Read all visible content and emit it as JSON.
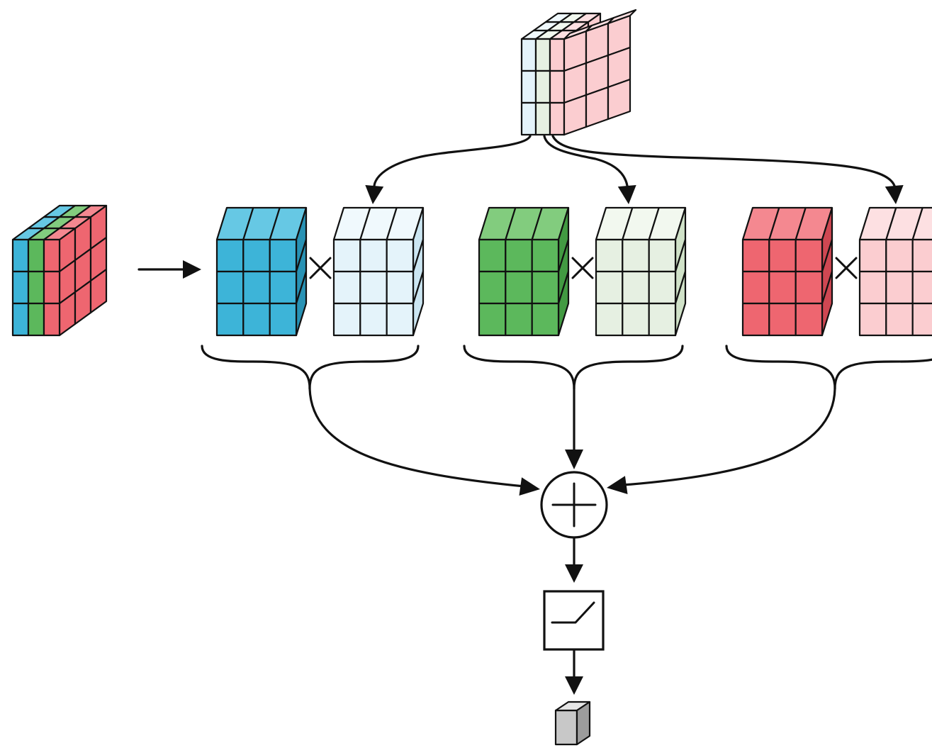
{
  "diagram": {
    "description_free": true,
    "colors": {
      "blue": "#3db4d8",
      "blue_top": "#66c8e4",
      "blue_side": "#2892b4",
      "green": "#5cb85c",
      "green_top": "#82cc7e",
      "green_side": "#429a42",
      "red": "#ee6670",
      "red_top": "#f48890",
      "red_side": "#cf4752",
      "blue_light": "#e4f3fa",
      "blue_light_top": "#f0f9fd",
      "blue_light_side": "#cbe6f2",
      "green_light": "#e6f0e2",
      "green_light_top": "#f2f8ef",
      "green_light_side": "#d0e2c8",
      "red_light": "#fbcdd0",
      "red_light_top": "#fde0e2",
      "red_light_side": "#f1b1b5",
      "gray": "#c8c8c8",
      "gray_top": "#e6e6e6",
      "gray_side": "#9c9c9c",
      "stroke": "#111111"
    },
    "nodes": [
      {
        "id": "input-tensor",
        "kind": "multi-channel-cube",
        "channels": [
          "blue",
          "green",
          "red"
        ]
      },
      {
        "id": "kernel-tensor",
        "kind": "multi-channel-cube",
        "channels": [
          "blue_light",
          "green_light",
          "red_light"
        ]
      },
      {
        "id": "input-channel-blue",
        "kind": "grid-3x3",
        "color": "blue"
      },
      {
        "id": "kernel-channel-blue",
        "kind": "grid-3x3",
        "color": "blue_light"
      },
      {
        "id": "input-channel-green",
        "kind": "grid-3x3",
        "color": "green"
      },
      {
        "id": "kernel-channel-green",
        "kind": "grid-3x3",
        "color": "green_light"
      },
      {
        "id": "input-channel-red",
        "kind": "grid-3x3",
        "color": "red"
      },
      {
        "id": "kernel-channel-red",
        "kind": "grid-3x3",
        "color": "red_light"
      },
      {
        "id": "sum-node",
        "kind": "plus-circle"
      },
      {
        "id": "activation-node",
        "kind": "relu-box"
      },
      {
        "id": "output-voxel",
        "kind": "single-cube",
        "color": "gray"
      }
    ],
    "operators": [
      "×",
      "×",
      "×",
      "+"
    ]
  }
}
